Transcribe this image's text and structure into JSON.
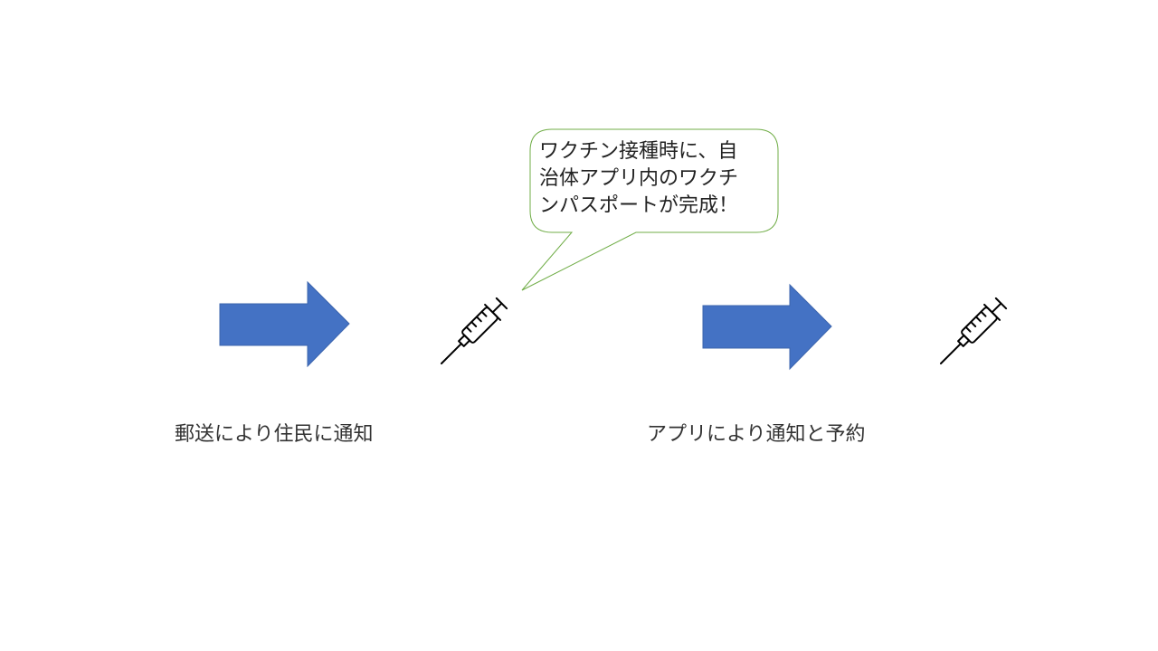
{
  "labels": {
    "left": "郵送により住民に通知",
    "right": "アプリにより通知と予約"
  },
  "callout": {
    "text": "ワクチン接種時に、自\n治体アプリ内のワクチ\nンパスポートが完成！"
  },
  "icons": [
    "arrow-right-icon",
    "syringe-icon"
  ],
  "colors": {
    "arrow_fill": "#4472C4",
    "callout_border": "#70AD47",
    "syringe_stroke": "#000000"
  }
}
